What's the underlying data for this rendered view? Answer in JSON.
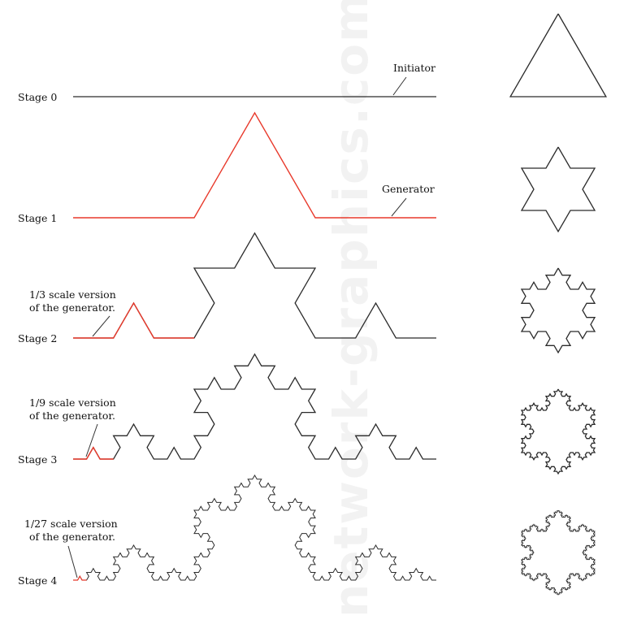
{
  "stages": [
    {
      "label": "Stage 0",
      "depth": 0
    },
    {
      "label": "Stage 1",
      "depth": 1
    },
    {
      "label": "Stage 2",
      "depth": 2
    },
    {
      "label": "Stage 3",
      "depth": 3
    },
    {
      "label": "Stage 4",
      "depth": 4
    }
  ],
  "annotations": {
    "initiator": "Initiator",
    "generator": "Generator",
    "scale_1_3_line1": "1/3 scale version",
    "scale_1_3_line2": "of the generator.",
    "scale_1_9_line1": "1/9 scale version",
    "scale_1_9_line2": "of the generator.",
    "scale_1_27_line1": "1/27 scale version",
    "scale_1_27_line2": "of the generator."
  },
  "watermark": "network-graphics.com",
  "colors": {
    "curve": "#2b2b2b",
    "generator": "#e8392b",
    "text": "#111111",
    "leader": "#333333"
  }
}
